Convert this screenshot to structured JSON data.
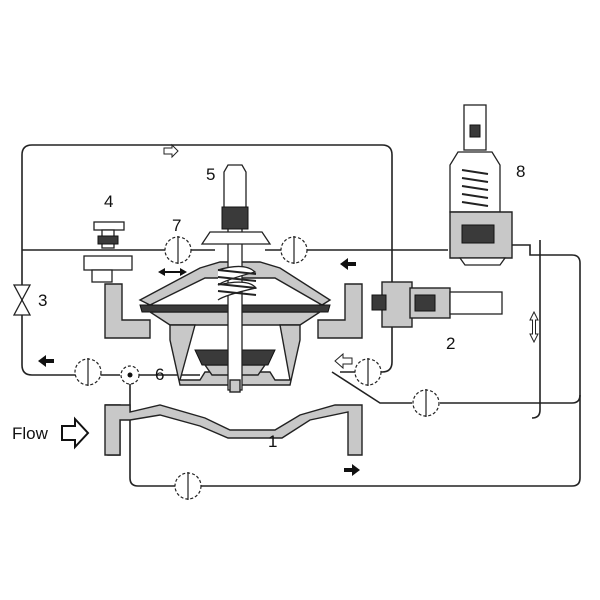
{
  "labels": {
    "main_valve": "1",
    "pilot_valve": "2",
    "needle_valve": "3",
    "filter": "4",
    "position_indicator": "5",
    "takeoff": "6",
    "ball_valve": "7",
    "relief_pilot": "8"
  },
  "flow_label": "Flow",
  "colors": {
    "line": "#222222",
    "body": "#c8c8c8",
    "dark": "#3a3a3a"
  }
}
